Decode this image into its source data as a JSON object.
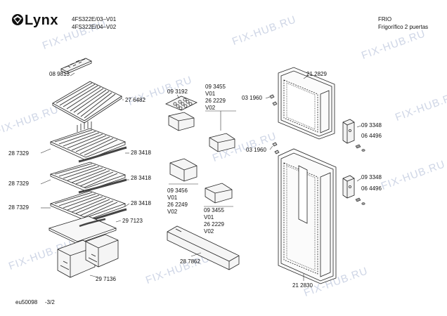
{
  "header": {
    "brand": "Lynx",
    "models": [
      "4FS322E/03–V01",
      "4FS322E/04–V02"
    ],
    "category": "FRIO",
    "product": "Frigorífico 2 puertas"
  },
  "footer": {
    "doc_id": "eu50098",
    "page": "-3/2"
  },
  "watermark": "FIX-HUB.RU",
  "parts": {
    "ice_tray": "08 9813",
    "top_shelf": "27 6482",
    "shelf1_left": "28 7329",
    "shelf1_right": "28 3418",
    "shelf2_left": "28 7329",
    "shelf2_right": "28 3418",
    "shelf3_left": "28 7329",
    "shelf3_right": "28 3418",
    "glass_shelf": "29 7123",
    "crisper": "29 7136",
    "egg_tray": "09 3192",
    "door_rack_a": [
      "09 3455",
      "V01",
      "26 2229",
      "V02"
    ],
    "door_rack_b": [
      "09 3456",
      "V01",
      "26 2249",
      "V02"
    ],
    "door_rack_c": [
      "09 3455",
      "V01",
      "26 2229",
      "V02"
    ],
    "bottle_rack": "28 7862",
    "freezer_door": "21 2829",
    "fridge_door": "21 2830",
    "screw_top": "03 1960",
    "screw_bottom": "03 1960",
    "hinge_top": "09 3348",
    "hinge_top_bush": "06 4496",
    "hinge_bottom": "09 3348",
    "hinge_bottom_bush": "06 4496"
  }
}
